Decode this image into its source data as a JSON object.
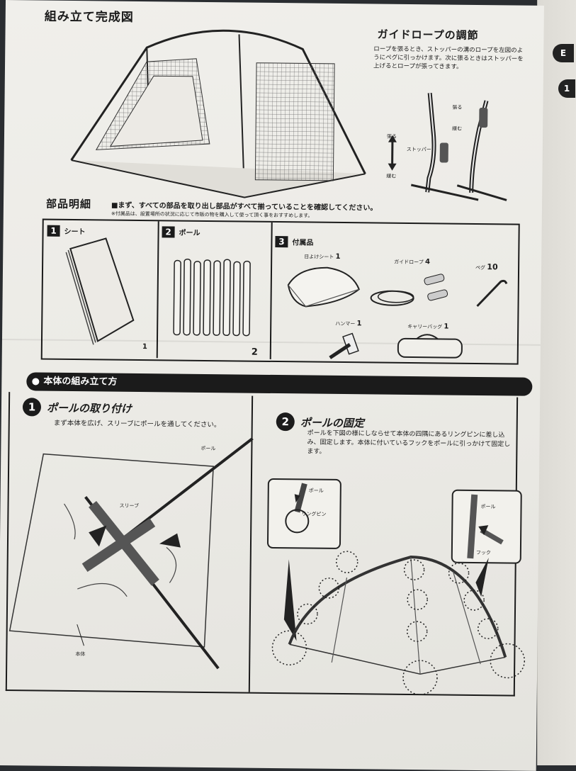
{
  "completed": {
    "title": "組み立て完成図"
  },
  "guy_rope": {
    "title": "ガイドロープの調節",
    "text": "ロープを張るとき、ストッパーの溝のロープを左図のようにペグに引っかけます。次に張るときはストッパーを上げるとロープが張ってきます。",
    "label_pull": "張る",
    "label_loosen": "緩む",
    "label_stopper": "ストッパー",
    "label_pull2": "張る",
    "label_loosen2": "緩む"
  },
  "parts": {
    "title": "部品明細",
    "intro": "■まず、すべての部品を取り出し部品がすべて揃っていることを確認してください。",
    "note": "※付属品は、設置場所の状況に応じて市販の物を購入して使って頂く事をおすすめします。",
    "boxes": [
      {
        "num": "1",
        "label": "シート",
        "qty": "1"
      },
      {
        "num": "2",
        "label": "ポール",
        "qty": "2"
      },
      {
        "num": "3",
        "label": "付属品"
      }
    ],
    "accessories": [
      {
        "name": "日よけシート",
        "qty": "1"
      },
      {
        "name": "ガイドロープ",
        "qty": "4"
      },
      {
        "name": "ペグ",
        "qty": "10"
      },
      {
        "name": "ハンマー",
        "qty": "1"
      },
      {
        "name": "キャリーバッグ",
        "qty": "1"
      }
    ]
  },
  "assembly": {
    "header": "本体の組み立て方",
    "step1": {
      "num": "1",
      "title": "ポールの取り付け",
      "text": "まず本体を広げ、スリーブにポールを通してください。",
      "label_pole": "ポール",
      "label_sleeve": "スリーブ",
      "label_body": "本体"
    },
    "step2": {
      "num": "2",
      "title": "ポールの固定",
      "text": "ポールを下図の様にしならせて本体の四隅にあるリングピンに差し込み、固定します。本体に付いているフックをポールに引っかけて固定します。",
      "label_pole": "ポール",
      "label_ringpin": "リングピン",
      "label_pole2": "ポール",
      "label_hook": "フック"
    }
  },
  "side_tabs": [
    "E",
    "1"
  ]
}
